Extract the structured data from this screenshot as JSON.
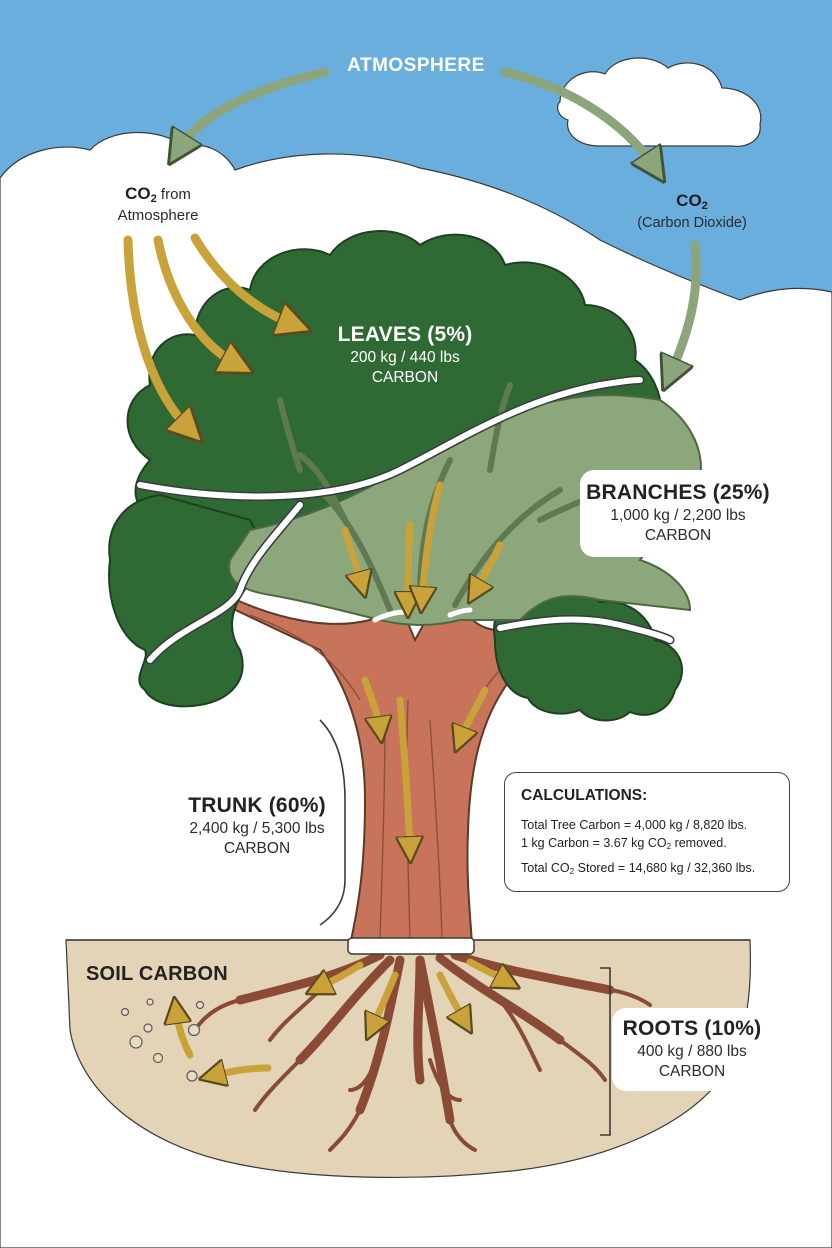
{
  "atmosphere": {
    "label": "ATMOSPHERE"
  },
  "co2_left": {
    "co2": "CO",
    "sub": "2",
    "suffix": " from",
    "line2": "Atmosphere"
  },
  "co2_right": {
    "co2": "CO",
    "sub": "2",
    "line2": "(Carbon Dioxide)"
  },
  "leaves": {
    "title": "LEAVES (5%)",
    "line1": "200 kg / 440 lbs",
    "line2": "CARBON"
  },
  "branches": {
    "title": "BRANCHES (25%)",
    "line1": "1,000 kg / 2,200 lbs",
    "line2": "CARBON"
  },
  "trunk": {
    "title": "TRUNK (60%)",
    "line1": "2,400 kg / 5,300 lbs",
    "line2": "CARBON"
  },
  "roots": {
    "title": "ROOTS (10%)",
    "line1": "400 kg / 880 lbs",
    "line2": "CARBON"
  },
  "soil": {
    "title": "SOIL CARBON"
  },
  "calculations": {
    "title": "CALCULATIONS:",
    "line1": "Total Tree Carbon = 4,000 kg / 8,820 lbs.",
    "line2_pre": "1 kg Carbon = 3.67 kg CO",
    "line2_sub": "2",
    "line2_post": " removed.",
    "line3_pre": "Total CO",
    "line3_sub": "2",
    "line3_post": " Stored = 14,680 kg / 32,360 lbs."
  },
  "colors": {
    "sky": "#6aaede",
    "cloud": "#ffffff",
    "leaves_dark": "#2f6a35",
    "leaves_light": "#8da77c",
    "trunk": "#c8745a",
    "trunk_outline": "#5a3a2a",
    "soil": "#e3d4b7",
    "arrow_gold": "#c9a33a",
    "arrow_green": "#8ca57a"
  }
}
